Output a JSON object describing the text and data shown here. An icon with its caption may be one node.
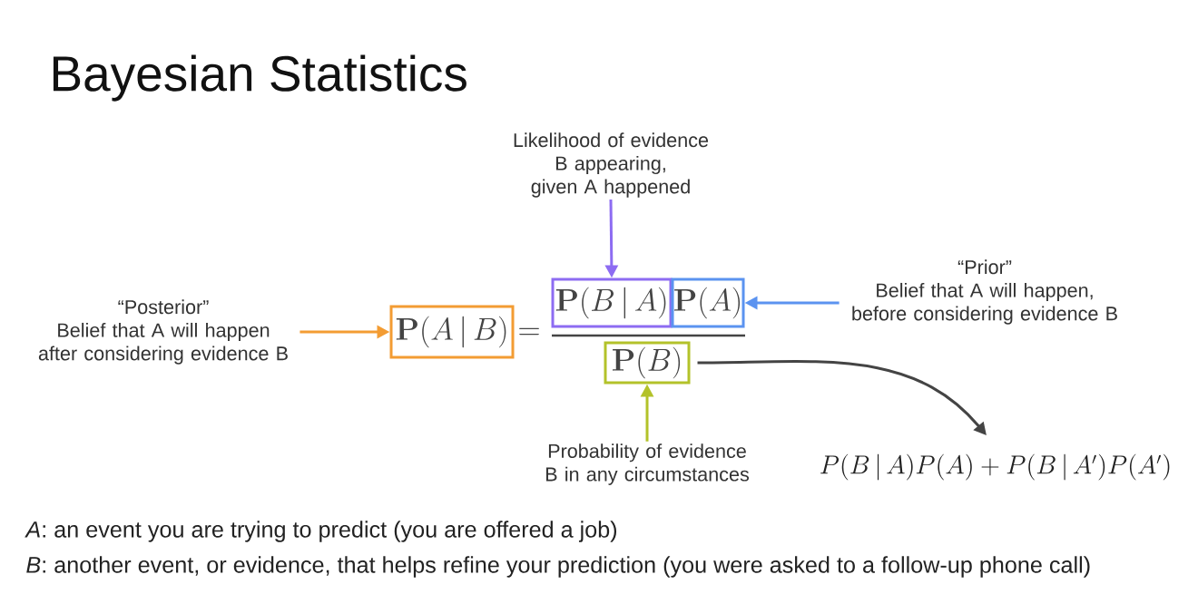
{
  "diagram": {
    "title": "Bayesian Statistics",
    "nodes": [
      {
        "text": [
          "“Posterior”",
          "Belief that A will happen after considering evidence B"
        ]
      },
      {
        "text": [
          "\\mathbf{P}(A\\,|\\,B)"
        ]
      },
      {
        "text": [
          "Likelihood of evidence B appearing, given A happened"
        ]
      },
      {
        "text": [
          "\\mathbf{P}(B\\,|\\,A)"
        ]
      },
      {
        "text": [
          "“Prior”",
          "Belief that A will happen, before considering evidence B"
        ]
      },
      {
        "text": [
          "\\mathbf{P}(A)"
        ]
      },
      {
        "text": [
          "\\mathbf{P}(B)"
        ]
      },
      {
        "text": [
          "Probability of evidence B in any circumstances"
        ]
      },
      {
        "text": [
          "P(B\\,|\\,A)P(A) + P(B\\,|\\,A')P(A')"
        ]
      }
    ],
    "edges": [
      {
        "from": 0,
        "to": 1,
        "arrow": "to",
        "color": "#f39c33"
      },
      {
        "from": 2,
        "to": 3,
        "arrow": "to",
        "color": "#8d6cf2"
      },
      {
        "from": 4,
        "to": 5,
        "arrow": "to",
        "color": "#5b93f0"
      },
      {
        "from": 7,
        "to": 6,
        "arrow": "to",
        "color": "#b3c22a"
      },
      {
        "from": 6,
        "to": 8,
        "arrow": "to",
        "color": "#444444"
      }
    ],
    "labels": [
      "=",
      "*A*: an event you are trying to predict (you are offered a job)",
      "*B*: another event, or evidence, that helps refine your prediction (you were asked to a follow-up phone call)"
    ]
  }
}
